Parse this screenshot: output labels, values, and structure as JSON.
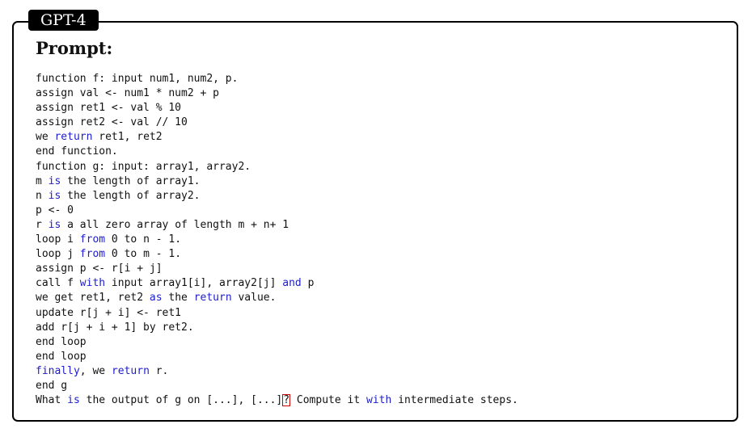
{
  "badge": "GPT-4",
  "heading": "Prompt:",
  "code_lines": [
    [
      {
        "t": "function f: input num1, num2, p."
      }
    ],
    [
      {
        "t": "assign val <- num1 * num2 + p"
      }
    ],
    [
      {
        "t": "assign ret1 <- val % 10"
      }
    ],
    [
      {
        "t": "assign ret2 <- val // 10"
      }
    ],
    [
      {
        "t": "we "
      },
      {
        "t": "return",
        "k": "kw"
      },
      {
        "t": " ret1, ret2"
      }
    ],
    [
      {
        "t": "end function."
      }
    ],
    [
      {
        "t": "function g: input: array1, array2."
      }
    ],
    [
      {
        "t": "m "
      },
      {
        "t": "is",
        "k": "kw"
      },
      {
        "t": " the length of array1."
      }
    ],
    [
      {
        "t": "n "
      },
      {
        "t": "is",
        "k": "kw"
      },
      {
        "t": " the length of array2."
      }
    ],
    [
      {
        "t": "p <- 0"
      }
    ],
    [
      {
        "t": "r "
      },
      {
        "t": "is",
        "k": "kw"
      },
      {
        "t": " a all zero array of length m + n+ 1"
      }
    ],
    [
      {
        "t": "loop i "
      },
      {
        "t": "from",
        "k": "kw"
      },
      {
        "t": " 0 to n - 1."
      }
    ],
    [
      {
        "t": "loop j "
      },
      {
        "t": "from",
        "k": "kw"
      },
      {
        "t": " 0 to m - 1."
      }
    ],
    [
      {
        "t": "assign p <- r[i + j]"
      }
    ],
    [
      {
        "t": "call f "
      },
      {
        "t": "with",
        "k": "kw"
      },
      {
        "t": " input array1[i], array2[j] "
      },
      {
        "t": "and",
        "k": "kw"
      },
      {
        "t": " p"
      }
    ],
    [
      {
        "t": "we get ret1, ret2 "
      },
      {
        "t": "as",
        "k": "kw"
      },
      {
        "t": " the "
      },
      {
        "t": "return",
        "k": "kw"
      },
      {
        "t": " value."
      }
    ],
    [
      {
        "t": "update r[j + i] <- ret1"
      }
    ],
    [
      {
        "t": "add r[j + i + 1] by ret2."
      }
    ],
    [
      {
        "t": "end loop"
      }
    ],
    [
      {
        "t": "end loop"
      }
    ],
    [
      {
        "t": "finally",
        "k": "kw"
      },
      {
        "t": ", we "
      },
      {
        "t": "return",
        "k": "kw"
      },
      {
        "t": " r."
      }
    ],
    [
      {
        "t": "end g"
      }
    ],
    [
      {
        "t": "What "
      },
      {
        "t": "is",
        "k": "kw"
      },
      {
        "t": " the output of g on [...], [...]"
      },
      {
        "t": "?",
        "k": "qmark"
      },
      {
        "t": " Compute it "
      },
      {
        "t": "with",
        "k": "kw"
      },
      {
        "t": " intermediate steps."
      }
    ]
  ],
  "colors": {
    "keyword": "#1d1dcc",
    "highlight_box": "#cc0000",
    "frame": "#000000",
    "badge_bg": "#000000",
    "badge_text": "#ffffff"
  }
}
